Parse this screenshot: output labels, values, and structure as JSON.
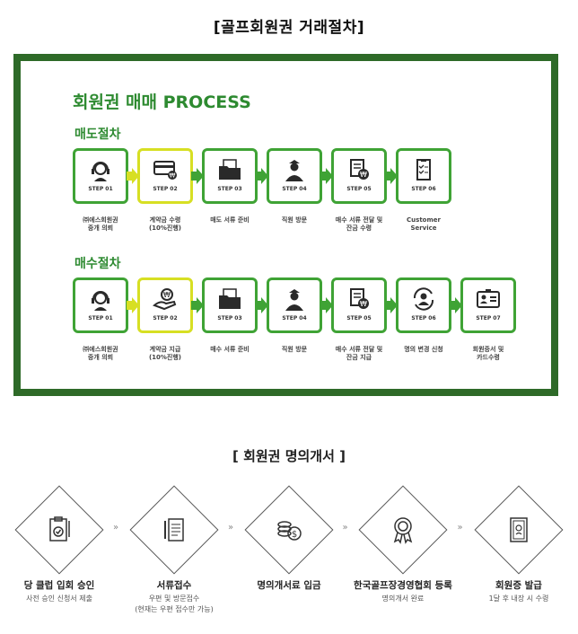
{
  "page_title": "[골프회원권 거래절차]",
  "process": {
    "heading": "회원권 매매 PROCESS",
    "sell": {
      "label": "매도절차",
      "steps": [
        {
          "no": "STEP 01",
          "caption": "㈜에스회원권\n중개 의뢰",
          "icon": "headset-icon",
          "color": "green"
        },
        {
          "no": "STEP 02",
          "caption": "계약금 수령\n(10%진행)",
          "icon": "card-icon",
          "color": "yellow"
        },
        {
          "no": "STEP 03",
          "caption": "매도 서류 준비",
          "icon": "folder-icon",
          "color": "green"
        },
        {
          "no": "STEP 04",
          "caption": "직원 방문",
          "icon": "staff-icon",
          "color": "green"
        },
        {
          "no": "STEP 05",
          "caption": "매수 서류 전달 및\n잔금 수령",
          "icon": "document-won-icon",
          "color": "green"
        },
        {
          "no": "STEP 06",
          "caption": "Customer\nService",
          "icon": "checklist-icon",
          "color": "green"
        }
      ]
    },
    "buy": {
      "label": "매수절차",
      "steps": [
        {
          "no": "STEP 01",
          "caption": "㈜에스회원권\n중개 의뢰",
          "icon": "headset-icon",
          "color": "green"
        },
        {
          "no": "STEP 02",
          "caption": "계약금 지급\n(10%진행)",
          "icon": "hand-coin-icon",
          "color": "yellow"
        },
        {
          "no": "STEP 03",
          "caption": "매수 서류 준비",
          "icon": "folder-icon",
          "color": "green"
        },
        {
          "no": "STEP 04",
          "caption": "직원 방문",
          "icon": "staff-icon",
          "color": "green"
        },
        {
          "no": "STEP 05",
          "caption": "매수 서류 전달 및\n잔금 지급",
          "icon": "document-won-icon",
          "color": "green"
        },
        {
          "no": "STEP 06",
          "caption": "명의 변경 신청",
          "icon": "user-transfer-icon",
          "color": "green"
        },
        {
          "no": "STEP 07",
          "caption": "회원증서 및\n카드수령",
          "icon": "member-card-icon",
          "color": "green"
        }
      ]
    }
  },
  "transfer": {
    "title": "[ 회원권 명의개서 ]",
    "arrow": "»",
    "steps": [
      {
        "title": "당 클럽 입회 승인",
        "desc": "사전 승인 신청서 제출",
        "icon": "clipboard-check-icon"
      },
      {
        "title": "서류접수",
        "desc": "우편 및 방문접수\n(현재는 우편 접수만 가능)",
        "icon": "document-pen-icon"
      },
      {
        "title": "명의개서료 입금",
        "desc": "",
        "icon": "coins-icon"
      },
      {
        "title": "한국골프장경영협회 등록",
        "desc": "명의개서 완료",
        "icon": "award-ribbon-icon"
      },
      {
        "title": "회원증 발급",
        "desc": "1달 후 내장 시 수령",
        "icon": "certificate-icon"
      }
    ]
  },
  "colors": {
    "green": "#3fa335",
    "yellow": "#d7df23",
    "frame": "#2e6a28",
    "heading": "#2d8a30"
  }
}
